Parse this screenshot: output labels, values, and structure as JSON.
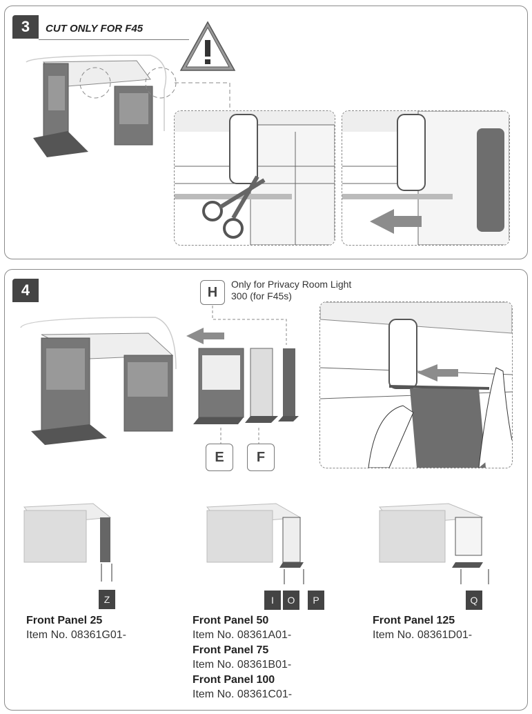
{
  "step3": {
    "number": "3",
    "title": "CUT ONLY FOR F45"
  },
  "step4": {
    "number": "4",
    "label_h": "H",
    "note_line1": "Only for Privacy Room Light",
    "note_line2": "300 (for F45s)",
    "label_e": "E",
    "label_f": "F"
  },
  "variants": [
    {
      "tags": [
        "Z"
      ],
      "items": [
        {
          "name": "Front Panel 25",
          "item_no": "Item No. 08361G01-"
        }
      ]
    },
    {
      "tags": [
        "I",
        "O",
        "P"
      ],
      "items": [
        {
          "name": "Front Panel 50",
          "item_no": "Item No. 08361A01-"
        },
        {
          "name": "Front Panel 75",
          "item_no": "Item No. 08361B01-"
        },
        {
          "name": "Front Panel 100",
          "item_no": "Item No. 08361C01-"
        }
      ]
    },
    {
      "tags": [
        "Q"
      ],
      "items": [
        {
          "name": "Front Panel 125",
          "item_no": "Item No. 08361D01-"
        }
      ]
    }
  ],
  "colors": {
    "badge": "#444444",
    "border": "#8a8a8a",
    "fabric": "#6e6e6e",
    "arrow": "#8c8c8c"
  }
}
